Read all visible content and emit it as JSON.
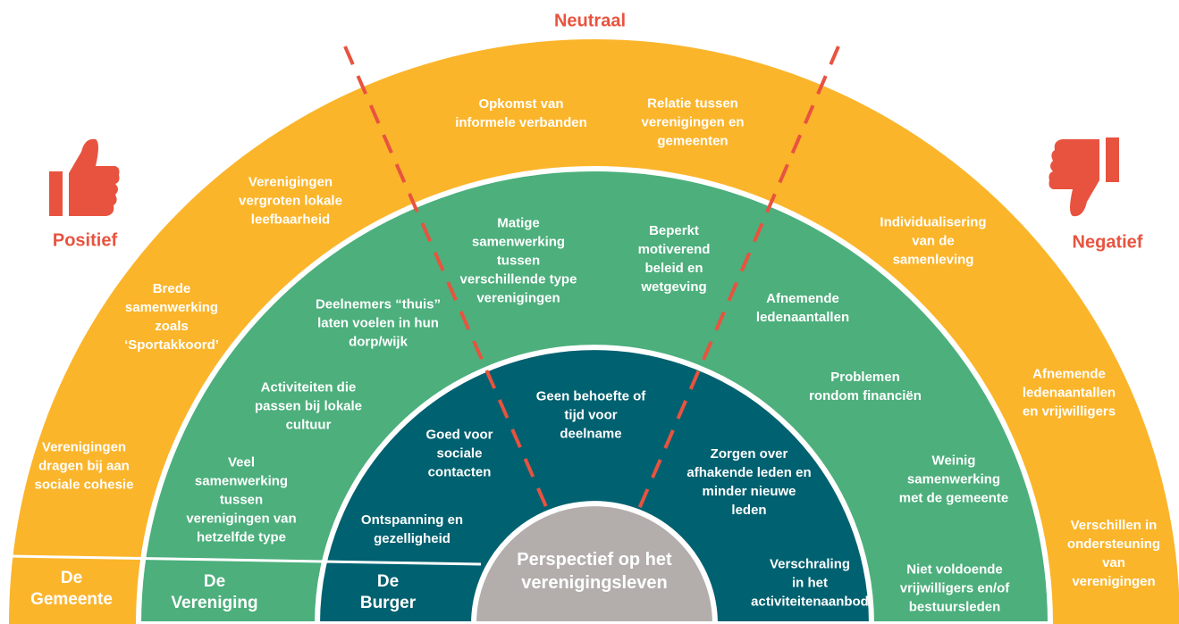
{
  "colors": {
    "outer": "#fbb52b",
    "middle": "#4caf7c",
    "inner": "#006170",
    "center": "#b3aeac",
    "accent": "#e8533f",
    "divider": "#ffffff"
  },
  "headings": {
    "neutral": "Neutraal",
    "positive": "Positief",
    "negative": "Negatief"
  },
  "center": {
    "title": "Perspectief op het\nverenigingsleven"
  },
  "bands": {
    "gemeente": "De\nGemeente",
    "vereniging": "De\nVereniging",
    "burger": "De\nBurger"
  },
  "icons": {
    "positive": "thumbs-up-icon",
    "negative": "thumbs-down-icon"
  },
  "gemeente": {
    "positive": [
      "Verenigingen\ndragen bij aan\nsociale cohesie",
      "Brede\nsamenwerking\nzoals\n‘Sportakkoord’",
      "Verenigingen\nvergroten lokale\nleefbaarheid"
    ],
    "neutral": [
      "Opkomst van\ninformele verbanden",
      "Relatie tussen\nverenigingen en\ngemeenten"
    ],
    "negative": [
      "Individualisering\nvan de\nsamenleving",
      "Afnemende\nledenaantallen\nen vrijwilligers",
      "Verschillen in\nondersteuning\nvan\nverenigingen"
    ]
  },
  "vereniging": {
    "positive": [
      "Veel\nsamenwerking\ntussen\nverenigingen van\nhetzelfde type",
      "Activiteiten die\npassen bij lokale\ncultuur",
      "Deelnemers “thuis”\nlaten voelen in hun\ndorp/wijk"
    ],
    "neutral": [
      "Matige\nsamenwerking\ntussen\nverschillende type\nverenigingen",
      "Beperkt\nmotiverend\nbeleid en\nwetgeving"
    ],
    "negative": [
      "Afnemende\nledenaantallen",
      "Problemen\nrondom financiën",
      "Weinig\nsamenwerking\nmet de gemeente",
      "Niet voldoende\nvrijwilligers en/of\nbestuursleden"
    ]
  },
  "burger": {
    "positive": [
      "Ontspanning en\ngezelligheid",
      "Goed voor\nsociale\ncontacten"
    ],
    "neutral": [
      "Geen behoefte of\ntijd voor\ndeelname"
    ],
    "negative": [
      "Zorgen over\nafhakende leden en\nminder nieuwe\nleden",
      "Verschraling\nin het\nactiviteitenaanbod"
    ]
  }
}
